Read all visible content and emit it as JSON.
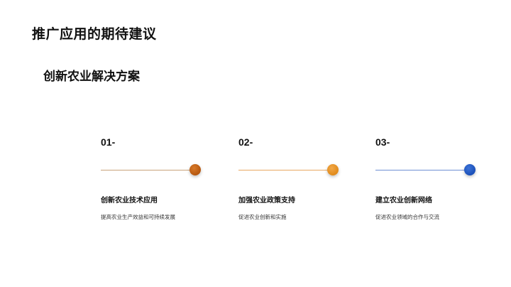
{
  "slide": {
    "title": "推广应用的期待建议",
    "subtitle": "创新农业解决方案"
  },
  "cards": [
    {
      "number": "01-",
      "heading": "创新农业技术应用",
      "description": "提高农业生产效益和可持续发展",
      "line_color": "#c8a27a",
      "dot_color": "#b5570f",
      "dot_highlight": "#d87a2a"
    },
    {
      "number": "02-",
      "heading": "加强农业政策支持",
      "description": "促进农业创新和实施",
      "line_color": "#e8a862",
      "dot_color": "#e08a1a",
      "dot_highlight": "#f2a848"
    },
    {
      "number": "03-",
      "heading": "建立农业创新网络",
      "description": "促进农业领域的合作与交流",
      "line_color": "#6f8fd4",
      "dot_color": "#1a4fb8",
      "dot_highlight": "#3c73d8"
    }
  ]
}
